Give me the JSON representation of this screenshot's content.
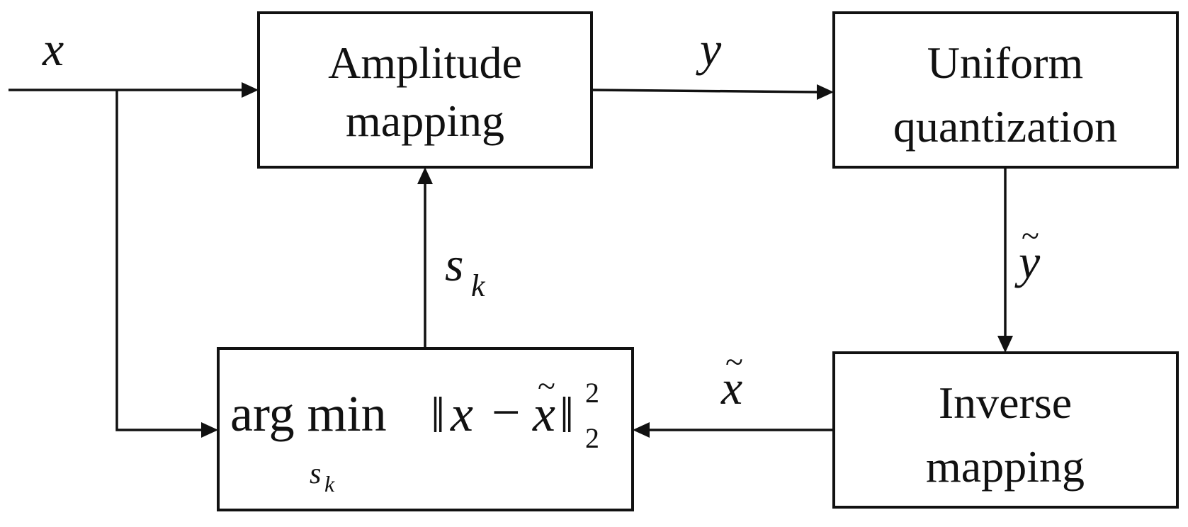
{
  "blocks": {
    "amplitude_mapping": {
      "line1": "Amplitude",
      "line2": "mapping"
    },
    "uniform_quantization": {
      "line1": "Uniform",
      "line2": "quantization"
    },
    "inverse_mapping": {
      "line1": "Inverse",
      "line2": "mapping"
    },
    "argmin": {
      "operator": "arg min",
      "subscript_var": "s",
      "subscript_index": "k",
      "norm_bar": "‖",
      "term1": "x",
      "minus": "−",
      "term2": "x",
      "term2_accent": "~",
      "norm_sub": "2",
      "norm_sup": "2"
    }
  },
  "signals": {
    "input": {
      "symbol": "x"
    },
    "mapped": {
      "symbol": "y"
    },
    "quantized": {
      "symbol": "y",
      "accent": "~"
    },
    "reconstructed": {
      "symbol": "x",
      "accent": "~"
    },
    "parameter": {
      "symbol": "s",
      "subscript": "k"
    }
  }
}
